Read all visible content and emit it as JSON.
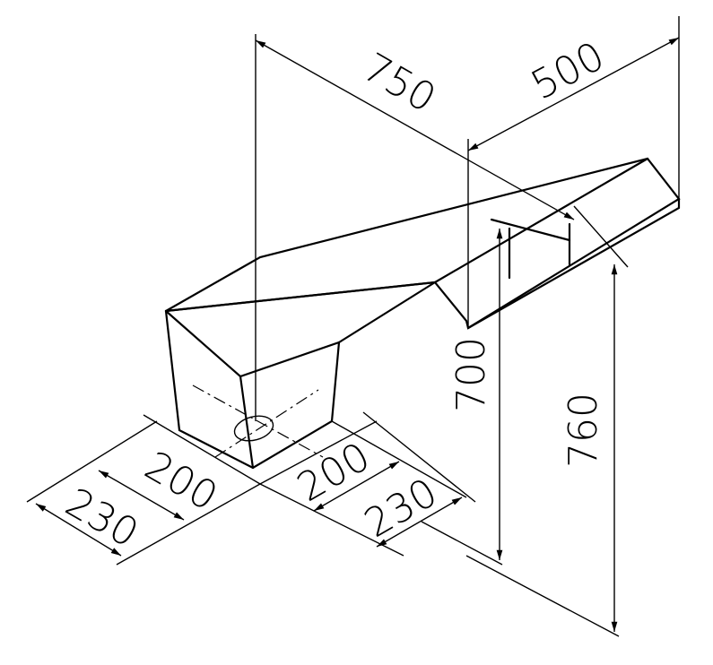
{
  "drawing": {
    "type": "isometric technical drawing",
    "dimensions": {
      "length_top": "750",
      "width_top": "500",
      "height_inner": "700",
      "height_outer": "760",
      "base_left_inner": "200",
      "base_left_outer": "230",
      "base_right_inner": "200",
      "base_right_outer": "230"
    }
  }
}
